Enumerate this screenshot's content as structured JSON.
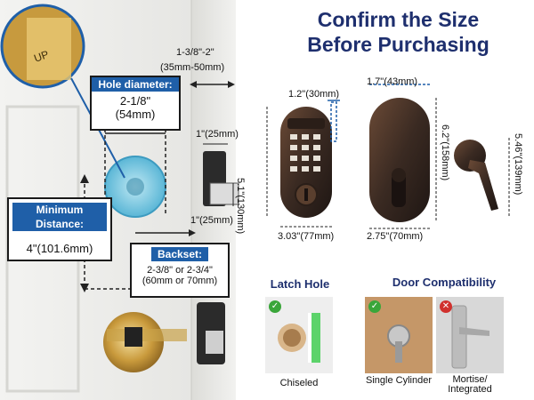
{
  "header": {
    "title_line1": "Confirm the Size",
    "title_line2": "Before Purchasing"
  },
  "door_diagram": {
    "hole_diameter": {
      "label": "Hole diameter:",
      "value_imperial": "2-1/8\"",
      "value_metric": "(54mm)"
    },
    "minimum_distance": {
      "label": "Minimum Distance:",
      "value": "4\"(101.6mm)"
    },
    "backset": {
      "label": "Backset:",
      "value_imperial": "2-3/8\" or 2-3/4\"",
      "value_metric": "(60mm or 70mm)"
    },
    "door_thickness": {
      "imperial": "1-3/8\"-2\"",
      "metric": "(35mm-50mm)"
    },
    "latch_face": {
      "top": "1\"(25mm)",
      "side": "1\"(25mm)"
    },
    "magnifier_text": "UP"
  },
  "dimensions": {
    "exterior_width": "1.2\"(30mm)",
    "exterior_height": "5.1\"(130mm)",
    "exterior_bottom": "3.03\"(77mm)",
    "interior_width": "1.7\"(43mm)",
    "interior_height": "6.2\"(158mm)",
    "interior_bottom": "2.75\"(70mm)",
    "lever_height": "5.46\"(139mm)"
  },
  "latch_hole": {
    "title": "Latch Hole",
    "caption": "Chiseled"
  },
  "door_compatibility": {
    "title": "Door Compatibility",
    "single_caption": "Single Cylinder",
    "mortise_caption_line1": "Mortise/",
    "mortise_caption_line2": "Integrated"
  },
  "colors": {
    "accent_blue": "#1f5fa8",
    "heading_navy": "#1e2f6e",
    "check_green": "#3aa63a",
    "cross_red": "#d0312d"
  }
}
